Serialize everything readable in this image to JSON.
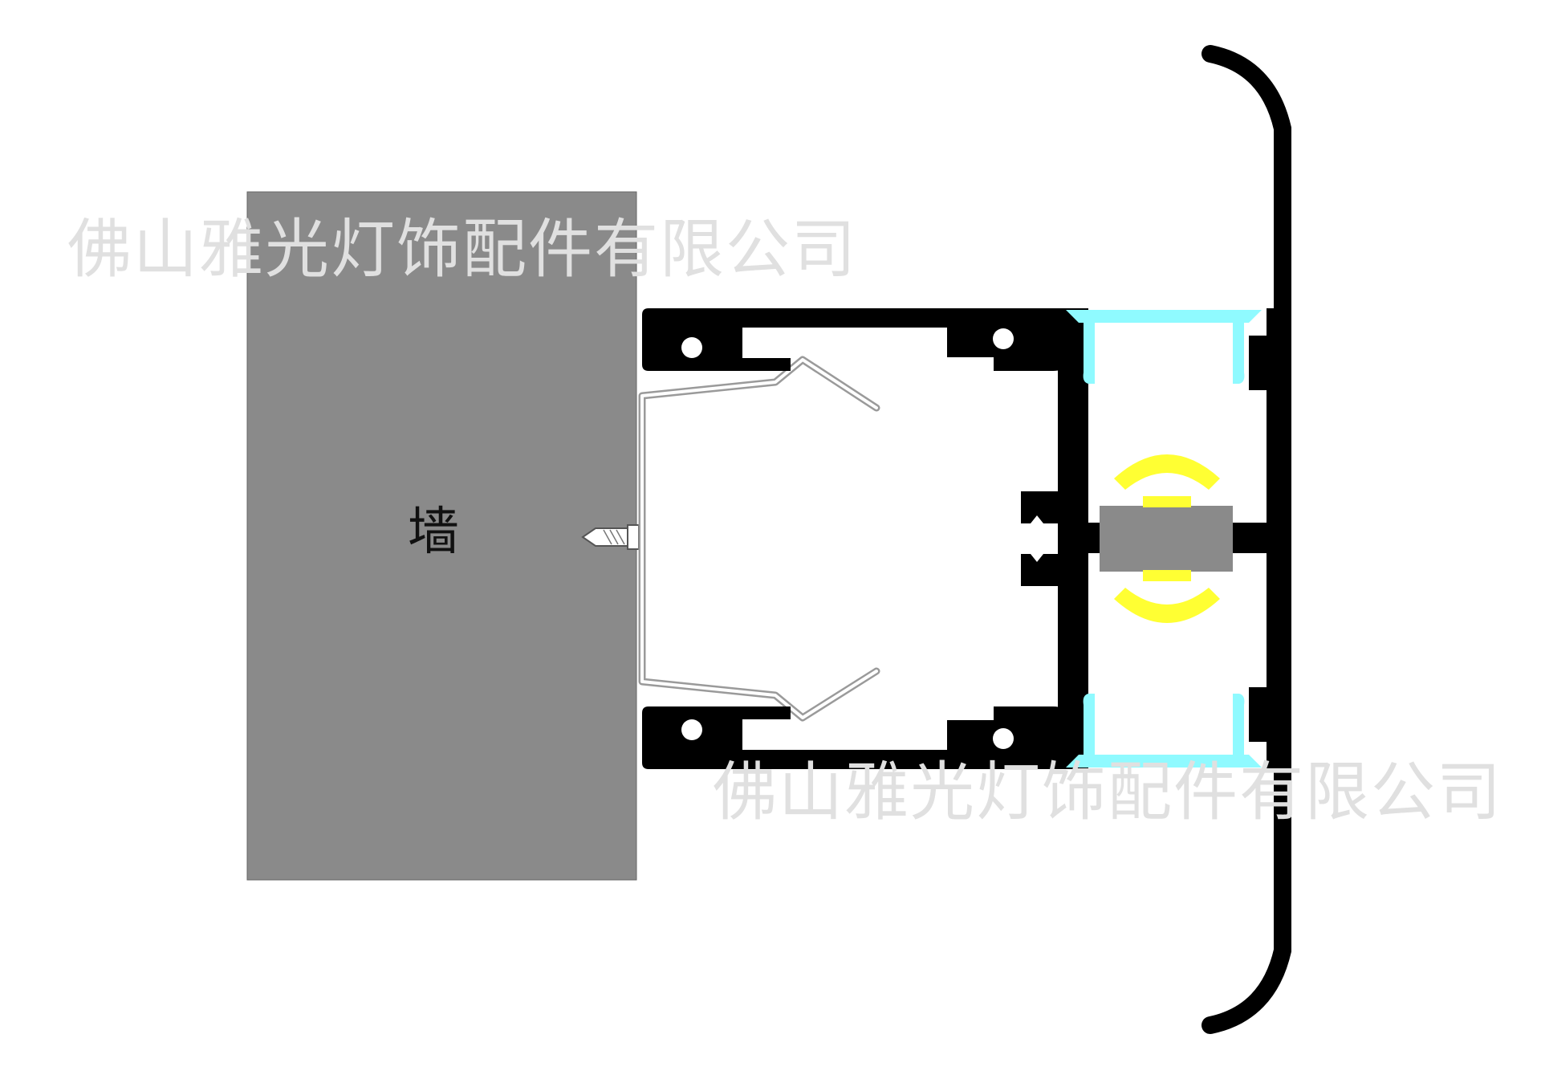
{
  "diagram": {
    "wall_label": "墙",
    "watermark_top": "佛山雅光灯饰配件有限公司",
    "watermark_bottom": "佛山雅光灯饰配件有限公司"
  },
  "colors": {
    "wall": "#8a8a8a",
    "profile": "#000000",
    "diffuser": "#8ffaff",
    "led_light": "#ffff33",
    "led_board": "#8a8a8a",
    "clip": "#aaaaaa",
    "background": "#ffffff"
  }
}
